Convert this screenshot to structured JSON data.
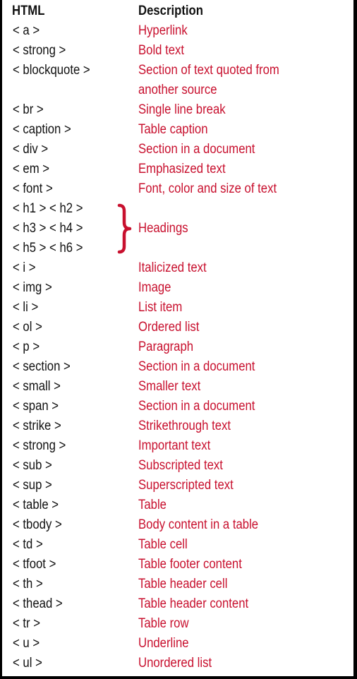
{
  "header": {
    "html": "HTML",
    "description": "Description"
  },
  "brace_color": "#c8102e",
  "text_color": "#c8102e",
  "rows": [
    {
      "tag": "< a >",
      "desc": "Hyperlink"
    },
    {
      "tag": "< strong >",
      "desc": "Bold text"
    },
    {
      "tag": "< blockquote >",
      "desc": "Section of text quoted from"
    },
    {
      "tag": "",
      "desc": "another source"
    },
    {
      "tag": "< br >",
      "desc": "Single line break"
    },
    {
      "tag": "< caption >",
      "desc": "Table caption"
    },
    {
      "tag": "< div >",
      "desc": "Section in a document"
    },
    {
      "tag": "< em >",
      "desc": "Emphasized text"
    },
    {
      "tag": "< font >",
      "desc": "Font, color and size of text"
    },
    {
      "tag": "< h1 > < h2 >",
      "desc": ""
    },
    {
      "tag": "< h3 > < h4 >",
      "desc": "Headings"
    },
    {
      "tag": "< h5 > < h6 >",
      "desc": ""
    },
    {
      "tag": "< i >",
      "desc": "Italicized text"
    },
    {
      "tag": "< img >",
      "desc": "Image"
    },
    {
      "tag": "< li >",
      "desc": "List item"
    },
    {
      "tag": "< ol >",
      "desc": "Ordered list"
    },
    {
      "tag": "< p >",
      "desc": "Paragraph"
    },
    {
      "tag": "< section >",
      "desc": "Section in a document"
    },
    {
      "tag": "< small >",
      "desc": "Smaller text"
    },
    {
      "tag": "< span >",
      "desc": "Section in a document"
    },
    {
      "tag": "< strike >",
      "desc": "Strikethrough text"
    },
    {
      "tag": "< strong >",
      "desc": "Important text"
    },
    {
      "tag": "< sub >",
      "desc": "Subscripted text"
    },
    {
      "tag": "< sup >",
      "desc": "Superscripted text"
    },
    {
      "tag": "< table >",
      "desc": "Table"
    },
    {
      "tag": "< tbody >",
      "desc": "Body content in a table"
    },
    {
      "tag": "< td >",
      "desc": "Table cell"
    },
    {
      "tag": "< tfoot >",
      "desc": "Table footer content"
    },
    {
      "tag": "< th >",
      "desc": "Table header cell"
    },
    {
      "tag": "< thead >",
      "desc": "Table header content"
    },
    {
      "tag": "< tr >",
      "desc": "Table row"
    },
    {
      "tag": "< u >",
      "desc": "Underline"
    },
    {
      "tag": "< ul >",
      "desc": "Unordered list"
    }
  ]
}
